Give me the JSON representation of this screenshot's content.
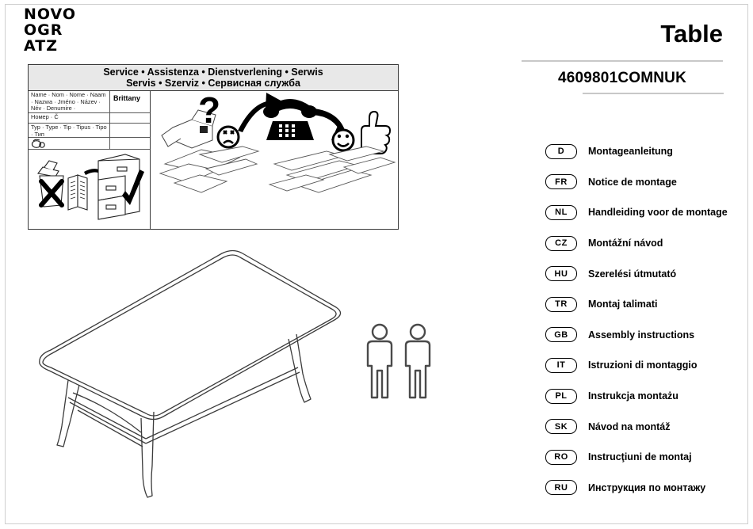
{
  "logo": {
    "line1": "NOVO",
    "line2": "OGR",
    "line3": "ATZ"
  },
  "header": {
    "title": "Table",
    "model": "4609801COMNUK"
  },
  "service": {
    "head_line1": "Service • Assistenza • Dienstverlening • Serwis",
    "head_line2": "Servis • Szerviz • Сервисная служба",
    "rows": [
      {
        "label": "Name · Nom · Nome · Naam · Nazwa · Jméno · Název · Név · Denumire ·",
        "value": "Brittany"
      },
      {
        "label": "Номер · Č",
        "value": ""
      },
      {
        "label": "Typ · Type · Tip · Tipus · Tipo · Тип",
        "value": ""
      },
      {
        "label": "",
        "value": ""
      }
    ],
    "icons": {
      "phone_small": "phone-icon",
      "box": "open-box-icon",
      "question": "question-mark-icon",
      "sad": "sad-face-icon",
      "phone": "telephone-icon",
      "happy": "happy-face-icon",
      "thumb": "thumbs-up-icon",
      "trash": "trash-bin-icon",
      "manual": "open-manual-icon",
      "cabinet": "filing-cabinet-icon",
      "cross": "x-mark-icon",
      "check": "check-mark-icon"
    }
  },
  "product": {
    "icon": "coffee-table-drawing",
    "people_icon": "two-person-icon"
  },
  "languages": [
    {
      "code": "D",
      "label": "Montageanleitung"
    },
    {
      "code": "FR",
      "label": "Notice de montage"
    },
    {
      "code": "NL",
      "label": "Handleiding voor de montage"
    },
    {
      "code": "CZ",
      "label": "Montážní návod"
    },
    {
      "code": "HU",
      "label": "Szerelési útmutató"
    },
    {
      "code": "TR",
      "label": "Montaj talimati"
    },
    {
      "code": "GB",
      "label": "Assembly instructions"
    },
    {
      "code": "IT",
      "label": "Istruzioni di montaggio"
    },
    {
      "code": "PL",
      "label": "Instrukcja montażu"
    },
    {
      "code": "SK",
      "label": "Návod na montáž"
    },
    {
      "code": "RO",
      "label": "Instrucţiuni de montaj"
    },
    {
      "code": "RU",
      "label": "Инструкция по монтажу"
    }
  ],
  "colors": {
    "rule": "#c8c8c8",
    "header_fill": "#e8e8e8",
    "ink": "#000000"
  }
}
